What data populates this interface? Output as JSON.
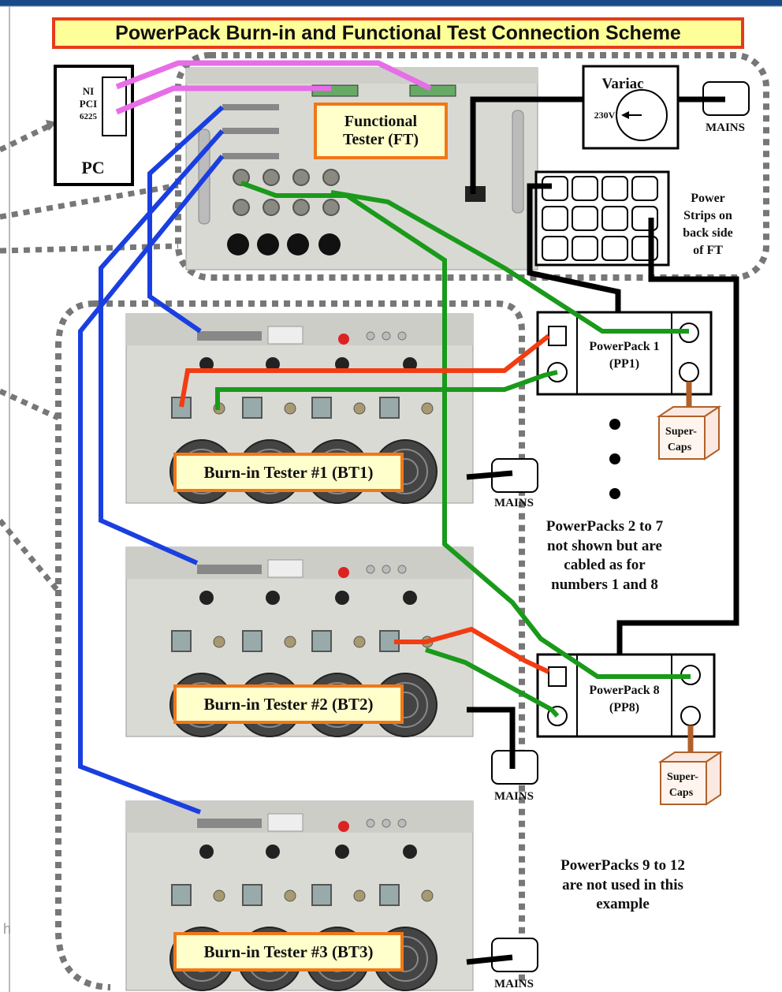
{
  "title": "PowerPack Burn-in and Functional Test Connection Scheme",
  "pc": {
    "label": "PC",
    "card_lines": [
      "NI",
      "PCI",
      "6225"
    ]
  },
  "functional_tester": {
    "line1": "Functional",
    "line2": "Tester (FT)"
  },
  "variac": {
    "label": "Variac",
    "voltage": "230V"
  },
  "mains_label": "MAINS",
  "power_strips": {
    "lines": [
      "Power",
      "Strips on",
      "back side",
      "of FT"
    ]
  },
  "powerpack1": {
    "line1": "PowerPack 1",
    "line2": "(PP1)"
  },
  "powerpack8": {
    "line1": "PowerPack 8",
    "line2": "(PP8)"
  },
  "supercaps": {
    "line1": "Super-",
    "line2": "Caps"
  },
  "note_middle": [
    "PowerPacks 2 to 7",
    "not shown but are",
    "cabled as for",
    "numbers 1 and 8"
  ],
  "note_bottom": [
    "PowerPacks 9 to 12",
    "are not used in this",
    "example"
  ],
  "burnin_testers": [
    {
      "label": "Burn-in Tester #1 (BT1)"
    },
    {
      "label": "Burn-in Tester #2 (BT2)"
    },
    {
      "label": "Burn-in Tester #3 (BT3)"
    }
  ],
  "footer_fragment": "h",
  "colors": {
    "usb_cable": "#1a3fe0",
    "ni_cable": "#e66ee6",
    "green_cable": "#1a9a1a",
    "red_cable": "#f23c12",
    "mains_cable": "#000000",
    "dotted_border": "#777777",
    "top_bar": "#1a4a8a"
  }
}
